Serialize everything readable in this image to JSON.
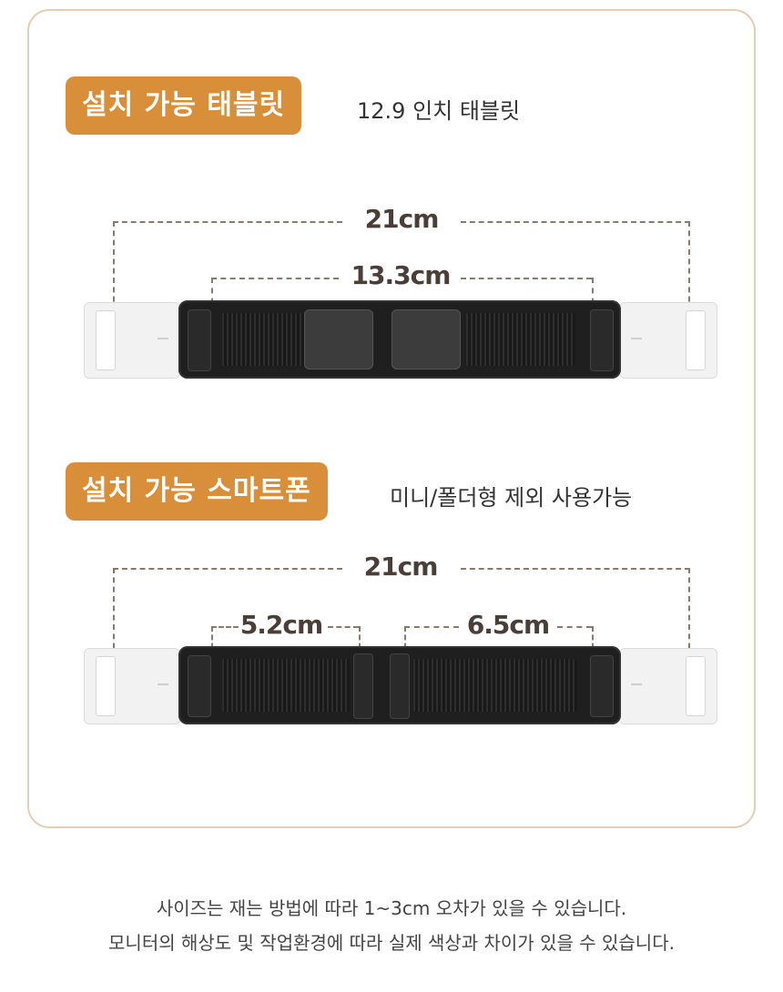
{
  "section1": {
    "badge": "설치 가능 태블릿",
    "note": "12.9 인치 태블릿",
    "outer_dim": "21cm",
    "inner_dim": "13.3cm"
  },
  "section2": {
    "badge": "설치 가능 스마트폰",
    "note": "미니/폴더형 제외 사용가능",
    "outer_dim": "21cm",
    "left_dim": "5.2cm",
    "right_dim": "6.5cm"
  },
  "footer": {
    "line1": "사이즈는 재는 방법에 따라 1~3cm 오차가 있을 수 있습니다.",
    "line2": "모니터의 해상도 및 작업환경에 따라 실제 색상과 차이가 있을 수 있습니다."
  },
  "colors": {
    "badge": "#d98e3a",
    "card_border": "#e3cfb5",
    "device": "#1f1f1f"
  }
}
